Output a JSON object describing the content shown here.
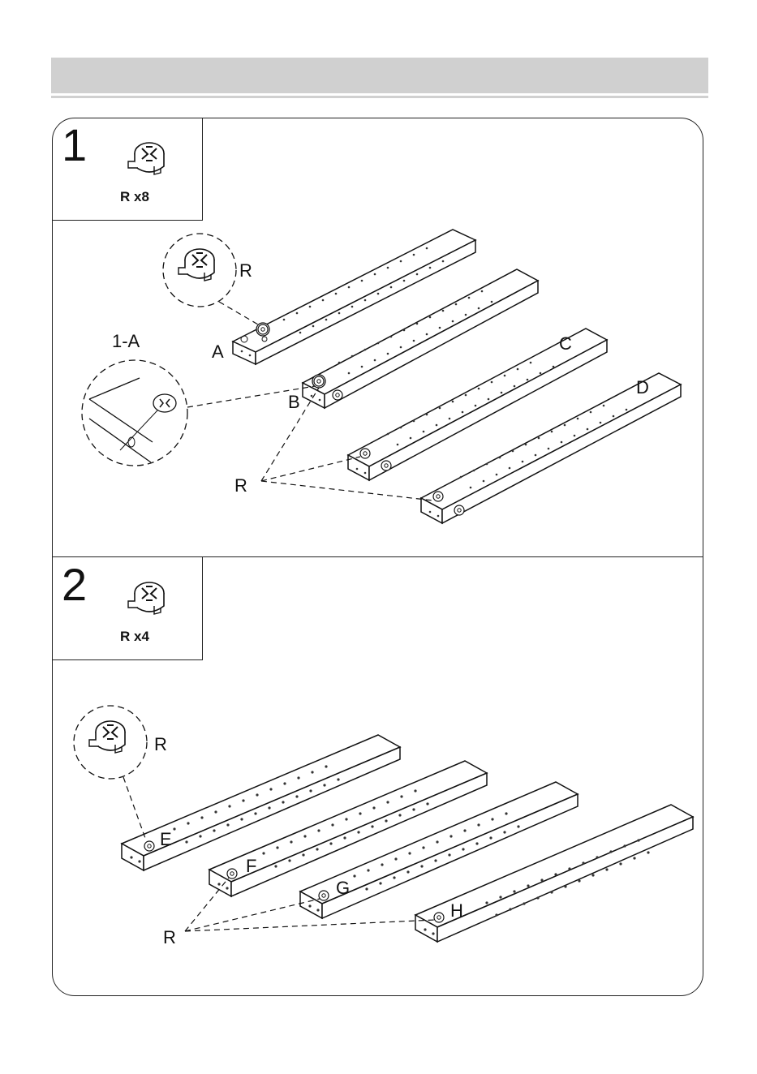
{
  "steps": [
    {
      "number": "1",
      "quantity": "R x8",
      "icon": "cam-lock-icon"
    },
    {
      "number": "2",
      "quantity": "R x4",
      "icon": "cam-lock-icon"
    }
  ],
  "labels": {
    "detail": "1-A",
    "part": "R",
    "panels_step1": [
      "A",
      "B",
      "C",
      "D"
    ],
    "panels_step2": [
      "E",
      "F",
      "G",
      "H"
    ]
  }
}
